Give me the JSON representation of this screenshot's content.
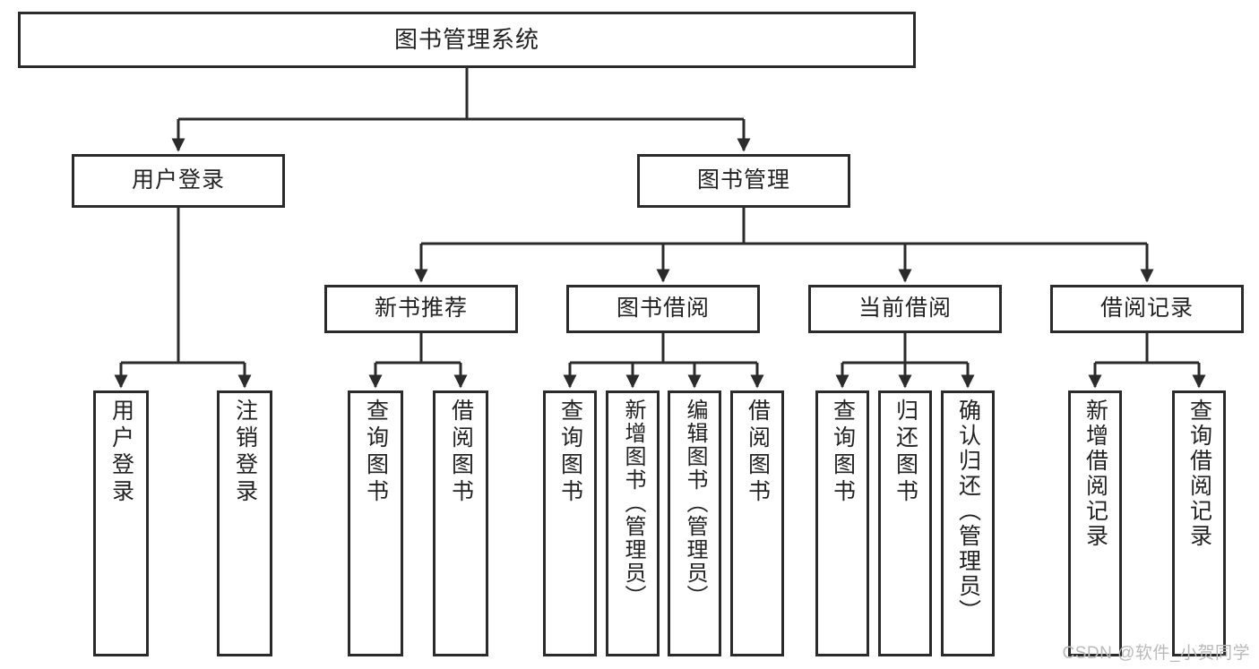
{
  "diagram": {
    "title": "图书管理系统",
    "watermark": "CSDN @软件_小贺同学",
    "line_color": "#2b2b2b",
    "box_fill": "#ffffff",
    "text_color": "#222222",
    "nodes": {
      "root": {
        "label": "图书管理系统"
      },
      "level2": [
        {
          "label": "用户登录"
        },
        {
          "label": "图书管理"
        }
      ],
      "level3": [
        {
          "label": "新书推荐"
        },
        {
          "label": "图书借阅"
        },
        {
          "label": "当前借阅"
        },
        {
          "label": "借阅记录"
        }
      ],
      "leaves": {
        "user_login": [
          {
            "label": "用户登录"
          },
          {
            "label": "注销登录"
          }
        ],
        "new_book": [
          {
            "label": "查询图书"
          },
          {
            "label": "借阅图书"
          }
        ],
        "book_borrow": [
          {
            "label": "查询图书"
          },
          {
            "label": "新增图书（管理员）"
          },
          {
            "label": "编辑图书（管理员）"
          },
          {
            "label": "借阅图书"
          }
        ],
        "current_borrow": [
          {
            "label": "查询图书"
          },
          {
            "label": "归还图书"
          },
          {
            "label": "确认归还（管理员）"
          }
        ],
        "borrow_record": [
          {
            "label": "新增借阅记录"
          },
          {
            "label": "查询借阅记录"
          }
        ]
      }
    }
  }
}
